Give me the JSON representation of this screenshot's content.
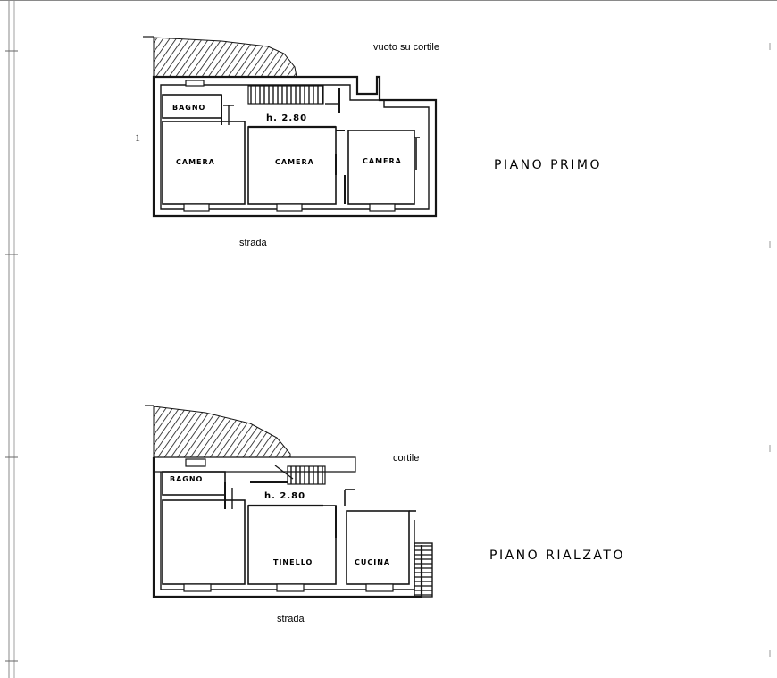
{
  "page": {
    "margin_mark": "1"
  },
  "floors": {
    "first": {
      "title": "PIANO PRIMO",
      "top_note": "vuoto su cortile",
      "bottom_note": "strada",
      "height_label": "h. 2.80",
      "rooms": {
        "bath": "BAGNO",
        "bedroom_1": "CAMERA",
        "bedroom_2": "CAMERA",
        "bedroom_3": "CAMERA"
      }
    },
    "ground": {
      "title": "PIANO RIALZATO",
      "top_note": "cortile",
      "bottom_note": "strada",
      "height_label": "h. 2.80",
      "rooms": {
        "bath": "BAGNO",
        "living": "TINELLO",
        "kitchen": "CUCINA"
      }
    }
  },
  "colors": {
    "ink": "#151515",
    "paper": "#ffffff",
    "border": "#8a8a8a"
  }
}
